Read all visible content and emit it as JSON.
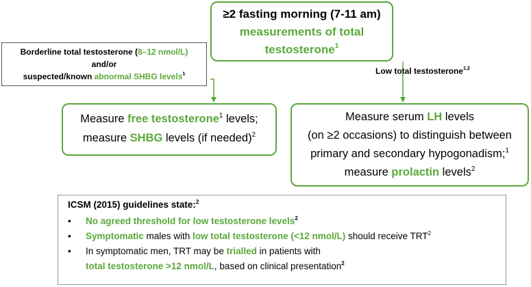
{
  "colors": {
    "accent": "#5aa83a",
    "border_gray": "#555555"
  },
  "top_box": {
    "line1": "≥2 fasting morning (7-11 am)",
    "line2": "measurements of total",
    "line3": "testosterone",
    "sup": "1"
  },
  "borderline_box": {
    "line1_pre": "Borderline total testosterone (",
    "line1_green": "8–12 nmol/L)",
    "line2": "and/or",
    "line3_pre": "suspected/known ",
    "line3_green": "abnormal SHBG levels",
    "sup": "1"
  },
  "low_label": {
    "text": "Low total testosterone",
    "sup": "1,2"
  },
  "left_box": {
    "l1_pre": "Measure ",
    "l1_green": "free testosterone",
    "l1_sup": "1",
    "l1_post": " levels;",
    "l2_pre": "measure ",
    "l2_green": "SHBG",
    "l2_post": " levels (if needed)",
    "l2_sup": "2"
  },
  "right_box": {
    "l1_pre": "Measure serum ",
    "l1_green": "LH",
    "l1_post": " levels",
    "l2": "(on ≥2 occasions) to distinguish between",
    "l3": "primary and secondary hypogonadism;",
    "l3_sup": "1",
    "l4_pre": "measure ",
    "l4_green": "prolactin",
    "l4_post": " levels",
    "l4_sup": "2"
  },
  "icsm": {
    "title": "ICSM (2015) guidelines state:",
    "title_sup": "2",
    "bullet_char": "•",
    "b1_green": "No agreed threshold for low testosterone levels",
    "b1_sup": "2",
    "b2_green1": "Symptomatic",
    "b2_mid": " males with ",
    "b2_green2": "low total testosterone (<12 nmol/L)",
    "b2_post": " should receive TRT",
    "b2_sup": "2",
    "b3_pre": "In symptomatic men, TRT may be ",
    "b3_green": "trialled",
    "b3_post": " in patients with",
    "b3_l2_green": "total testosterone >12 nmol/L",
    "b3_l2_post": ", based on clinical presentation",
    "b3_l2_sup": "2"
  }
}
